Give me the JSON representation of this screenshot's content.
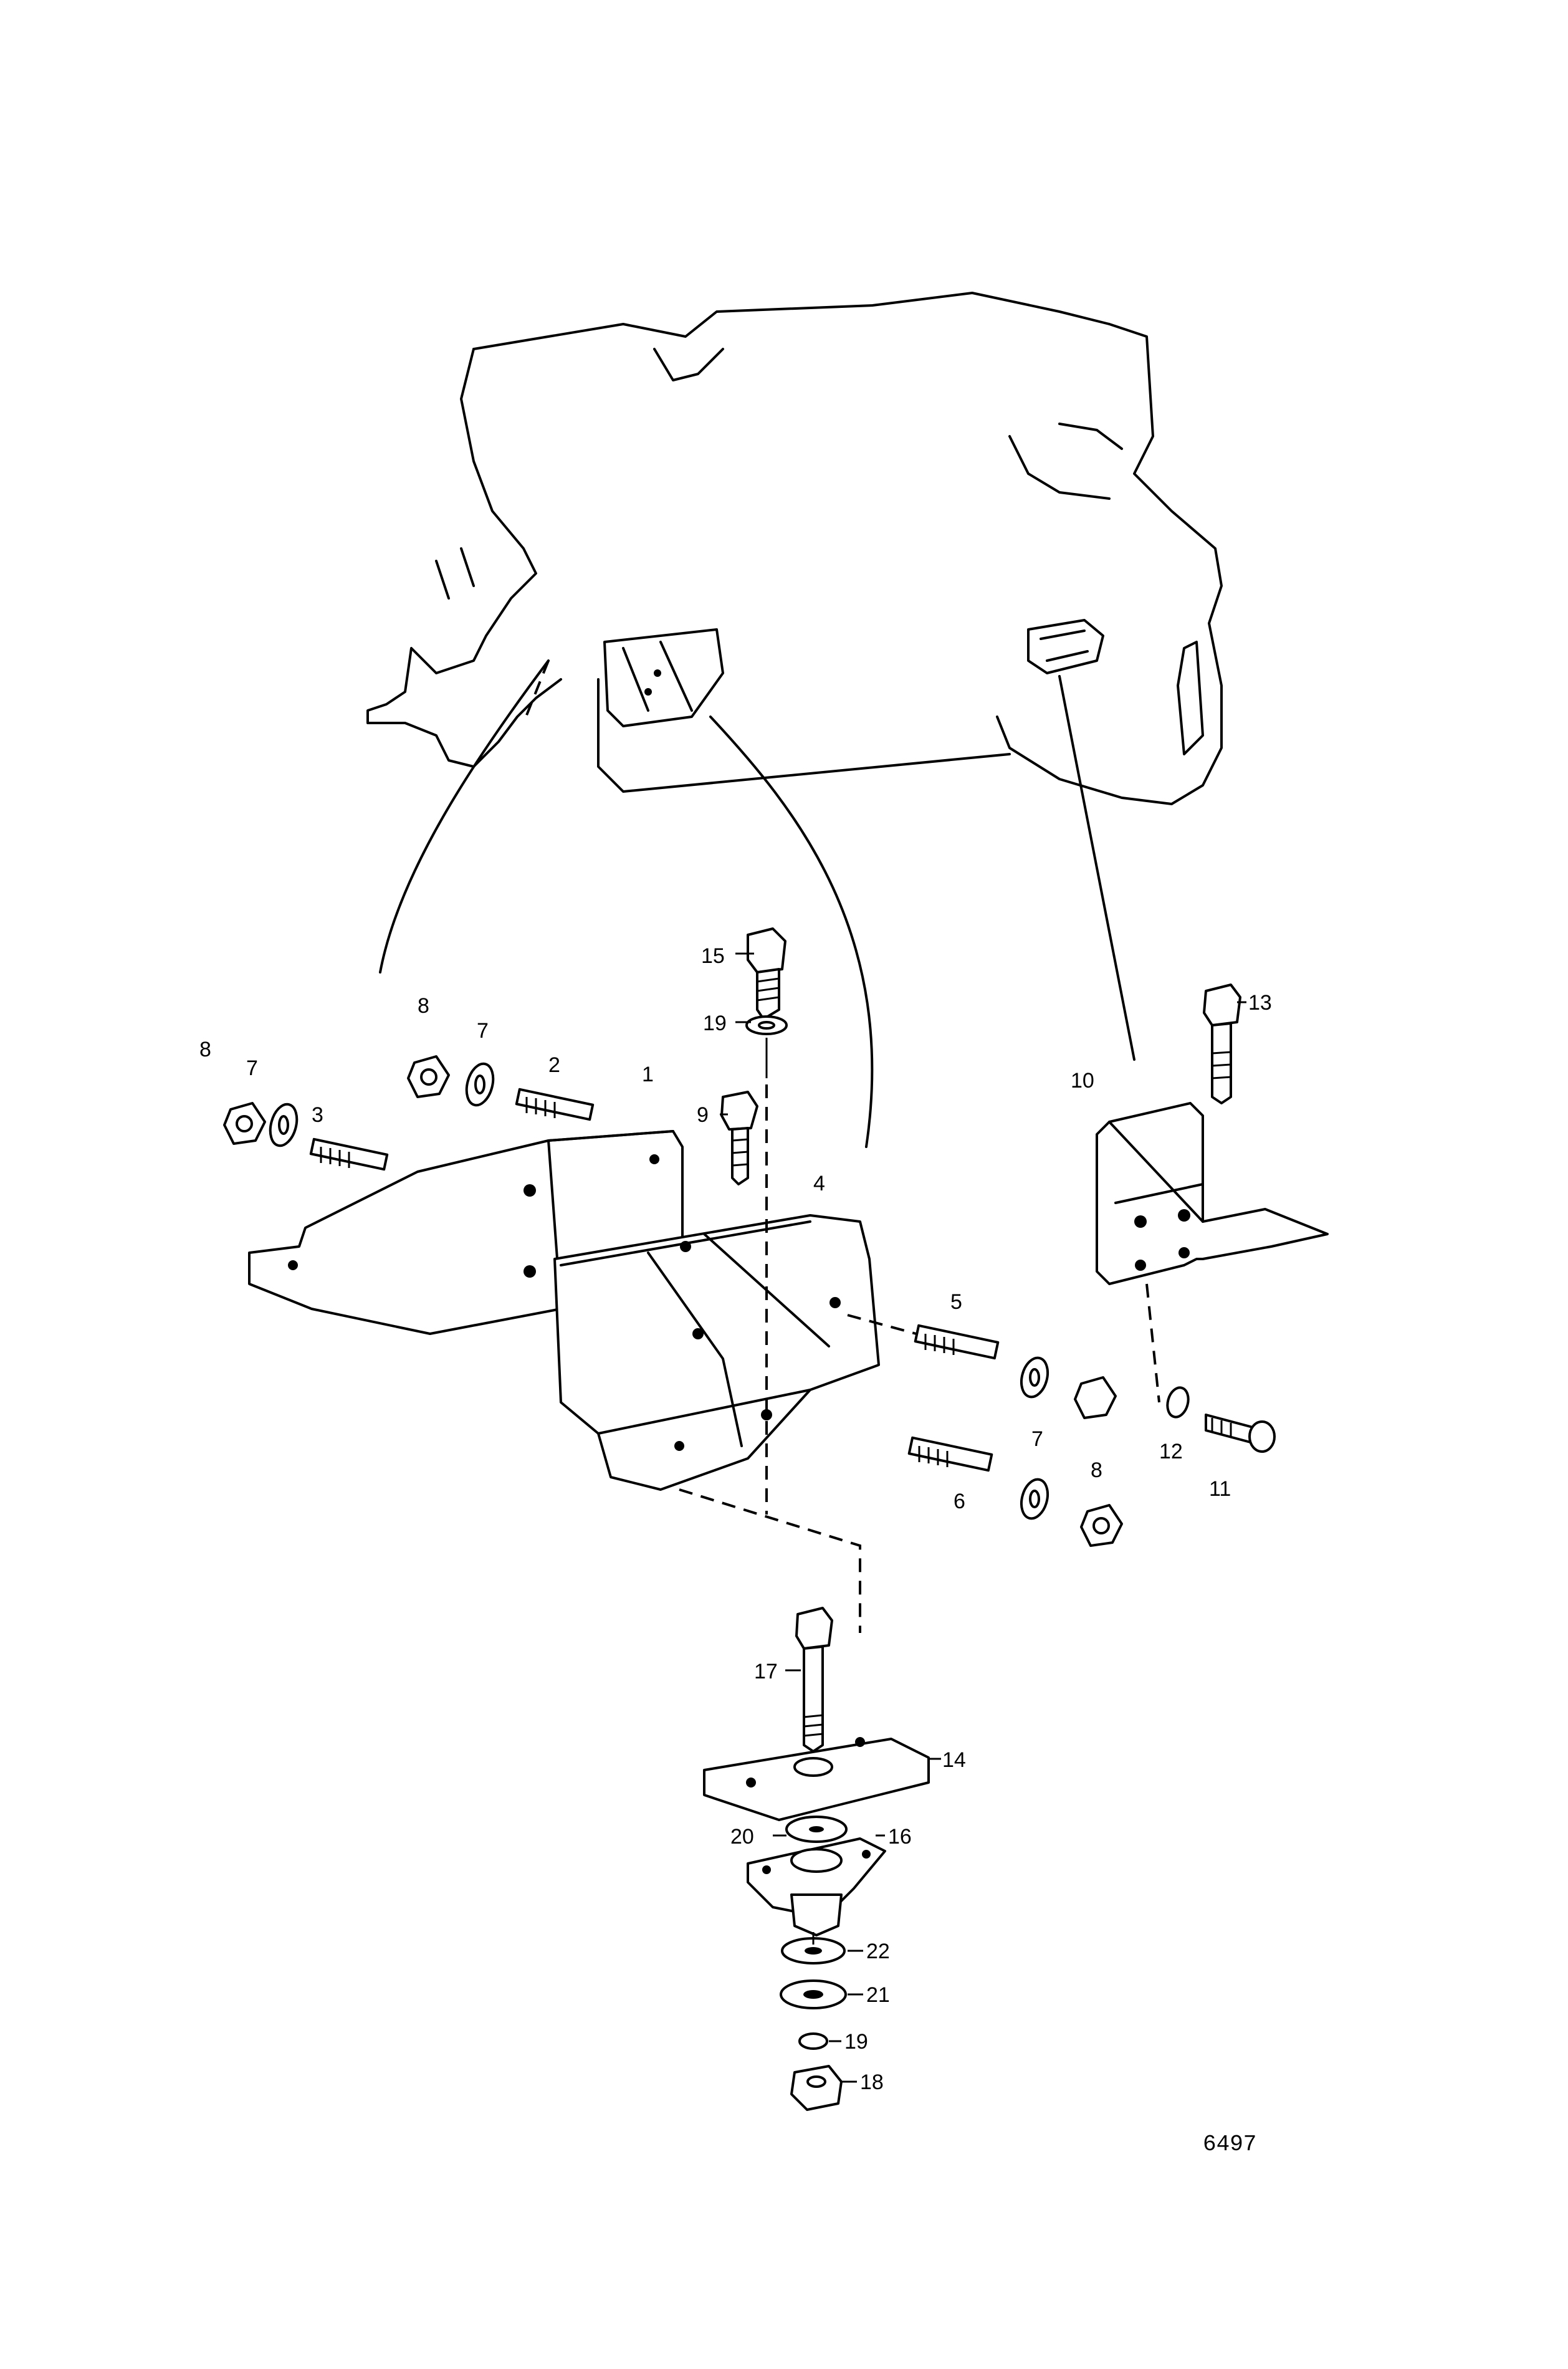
{
  "drawing_number": "6497",
  "part_labels": {
    "p1": "1",
    "p2": "2",
    "p3": "3",
    "p4": "4",
    "p5": "5",
    "p6": "6",
    "p7a": "7",
    "p7b": "7",
    "p7c": "7",
    "p8a": "8",
    "p8b": "8",
    "p8c": "8",
    "p9": "9",
    "p10": "10",
    "p11": "11",
    "p12": "12",
    "p13": "13",
    "p14": "14",
    "p15": "15",
    "p16": "16",
    "p17": "17",
    "p18": "18",
    "p19a": "19",
    "p19b": "19",
    "p20": "20",
    "p21": "21",
    "p22": "22"
  }
}
